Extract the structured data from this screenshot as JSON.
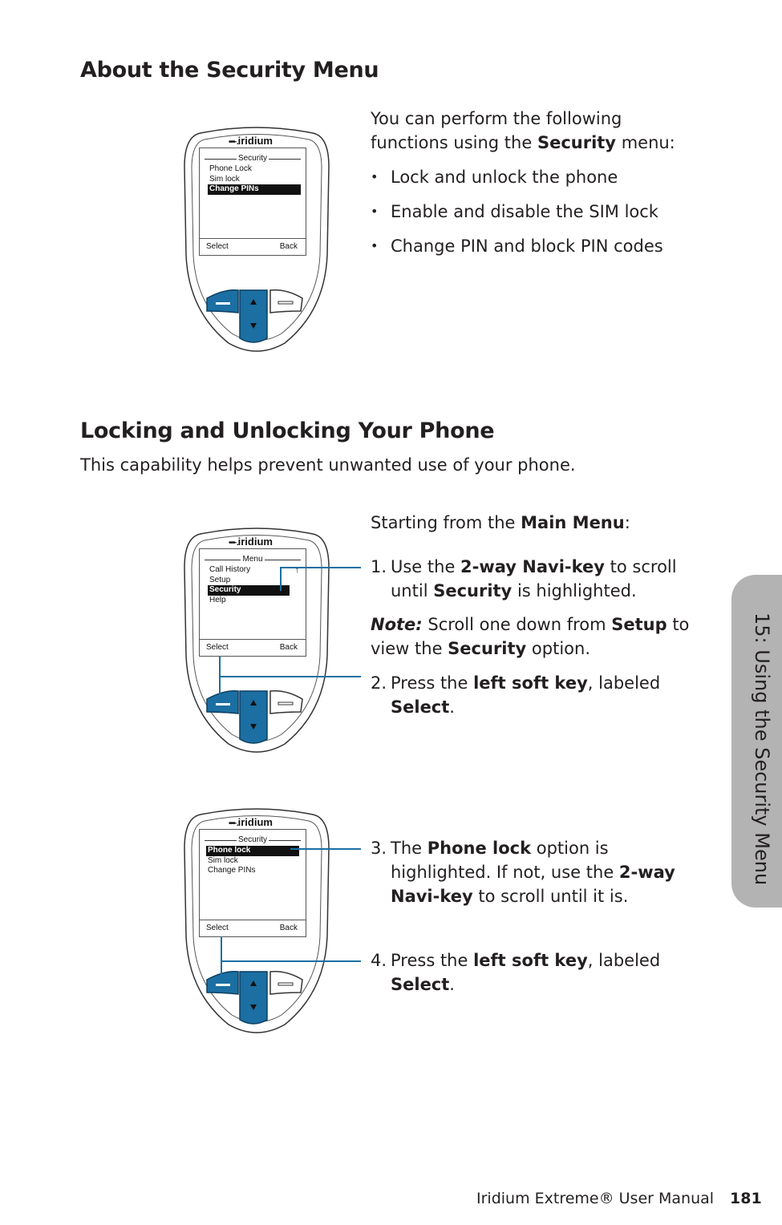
{
  "section1": {
    "heading": "About the Security Menu",
    "intro_prefix": "You can perform the following functions using the ",
    "intro_bold": "Security",
    "intro_suffix": " menu:",
    "bullets": [
      "Lock and unlock the phone",
      "Enable and disable the SIM lock",
      "Change PIN and block PIN codes"
    ]
  },
  "section2": {
    "heading": "Locking and Unlocking Your Phone",
    "intro": "This capability helps prevent unwanted use of your phone.",
    "start_prefix": "Starting from the ",
    "start_bold": "Main Menu",
    "start_suffix": ":",
    "step1": {
      "num": "1.",
      "a": "Use the ",
      "b": "2-way Navi-key",
      "c": " to scroll until ",
      "d": "Security",
      "e": " is highlighted."
    },
    "note": {
      "label": "Note:",
      "a": " Scroll one down from ",
      "b": "Setup",
      "c": " to view the ",
      "d": "Security",
      "e": " option."
    },
    "step2": {
      "num": "2.",
      "a": "Press the ",
      "b": "left soft key",
      "c": ", labeled ",
      "d": "Select",
      "e": "."
    },
    "step3": {
      "num": "3.",
      "a": "The ",
      "b": "Phone lock",
      "c": " option is highlighted. If not, use the ",
      "d": "2-way Navi-key",
      "e": " to scroll until it is."
    },
    "step4": {
      "num": "4.",
      "a": "Press the ",
      "b": "left soft key",
      "c": ", labeled ",
      "d": "Select",
      "e": "."
    }
  },
  "phones": [
    {
      "logo": "iridium",
      "title": "Security",
      "items": [
        "Phone Lock",
        "Sim lock",
        "Change PINs"
      ],
      "selected": 2,
      "soft_left": "Select",
      "soft_right": "Back"
    },
    {
      "logo": "iridium",
      "title": "Menu",
      "items": [
        "Call History",
        "Setup",
        "Security",
        "Help"
      ],
      "selected": 2,
      "soft_left": "Select",
      "soft_right": "Back"
    },
    {
      "logo": "iridium",
      "title": "Security",
      "items": [
        "Phone lock",
        "Sim lock",
        "Change PINs"
      ],
      "selected": 0,
      "soft_left": "Select",
      "soft_right": "Back"
    }
  ],
  "side_tab": "15: Using the Security Menu",
  "footer": {
    "manual": "Iridium Extreme® User Manual",
    "page": "181"
  },
  "colors": {
    "accent_blue": "#1b6fa3",
    "tab_gray": "#b3b3b3",
    "text": "#231f20"
  }
}
